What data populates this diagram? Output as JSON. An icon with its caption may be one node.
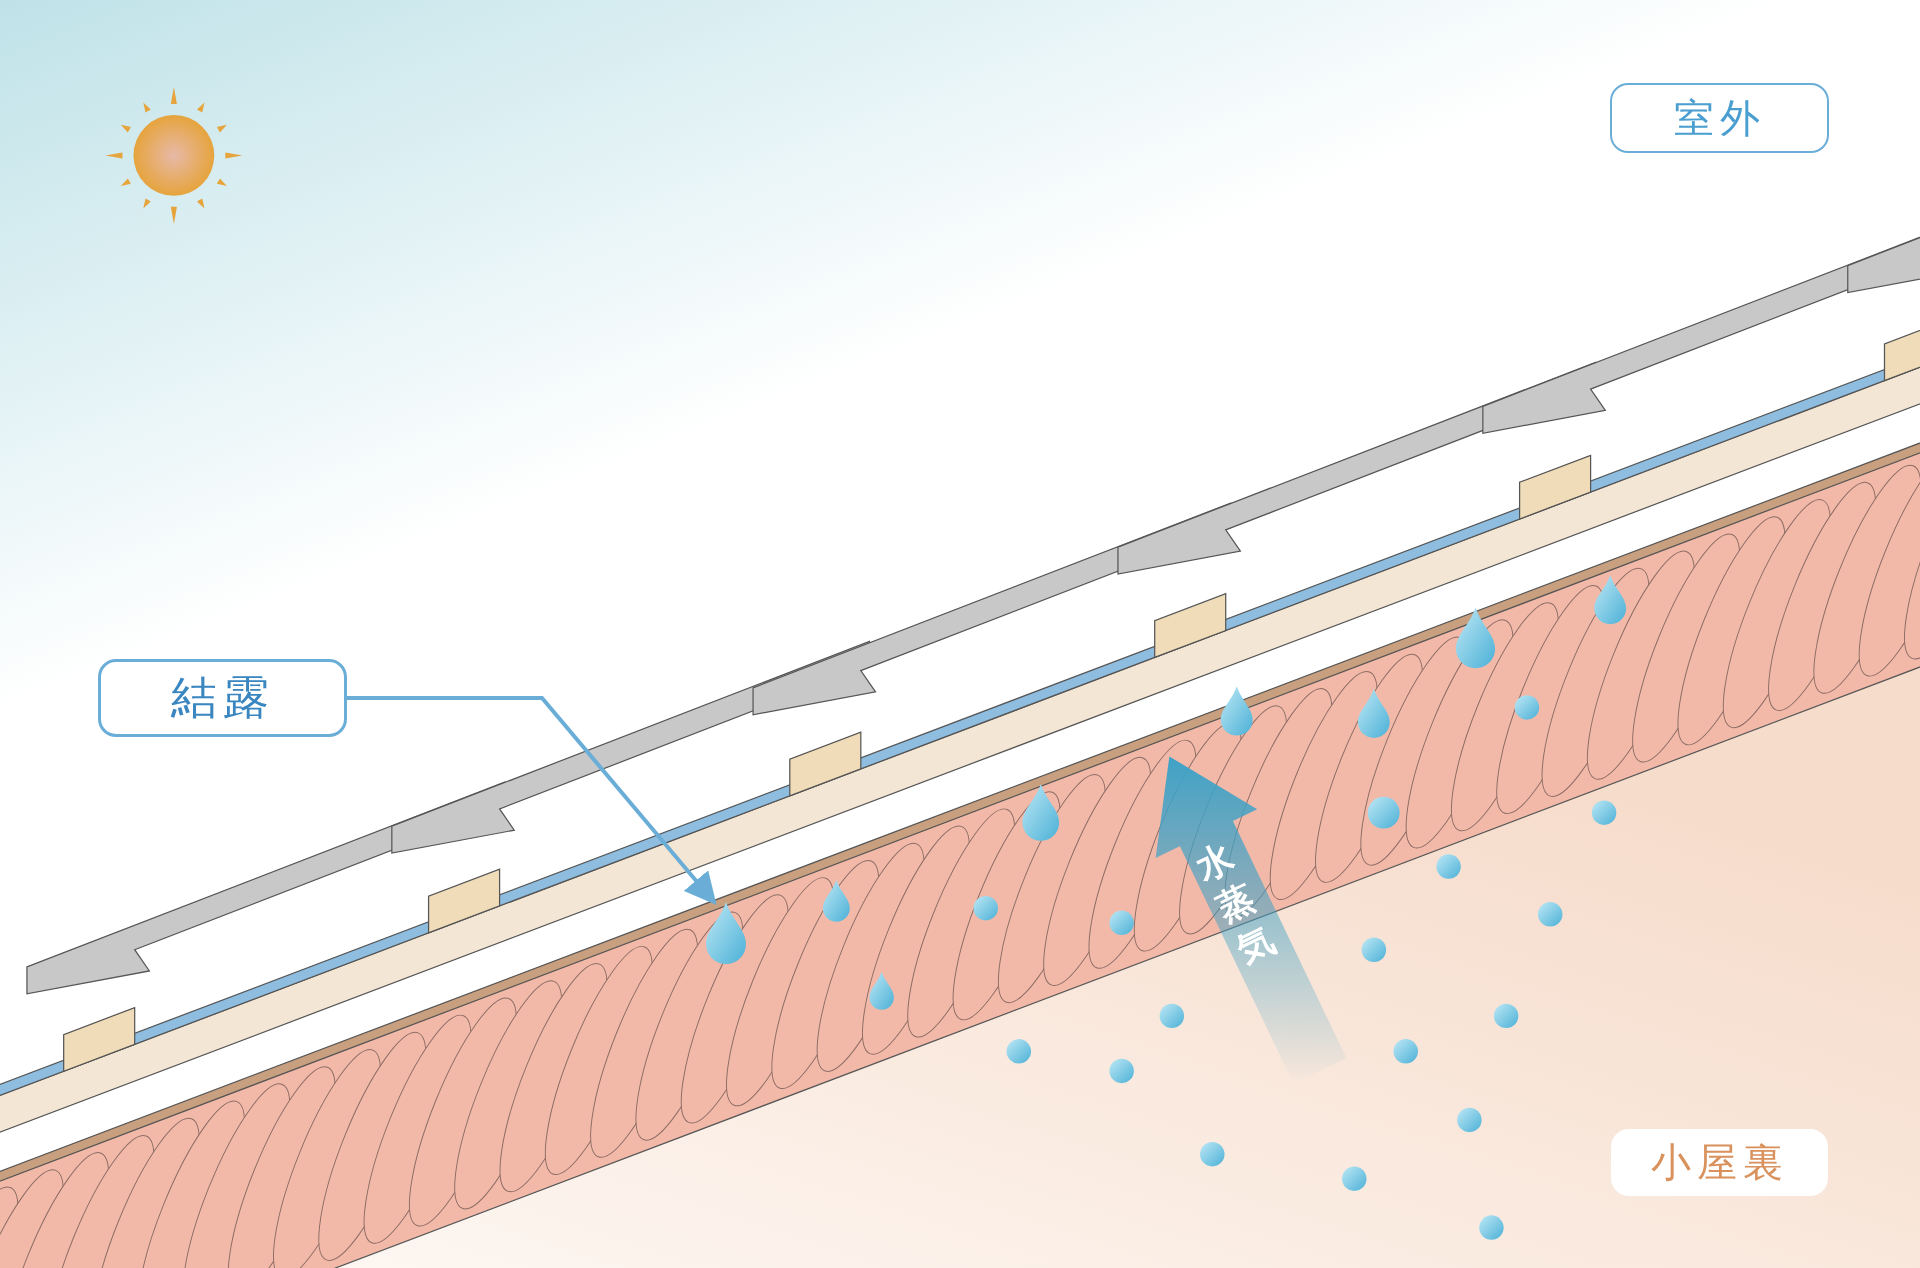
{
  "diagram": {
    "nodes": [
      {
        "text": [
          "結露"
        ]
      },
      {
        "text": [],
        "shape": "drop"
      },
      {
        "text": [
          "室外"
        ]
      },
      {
        "text": [
          "小屋裏"
        ]
      }
    ],
    "edges": [
      {
        "from": 0,
        "to": 1,
        "arrow": "to"
      }
    ],
    "labels": [
      "水蒸気"
    ]
  }
}
